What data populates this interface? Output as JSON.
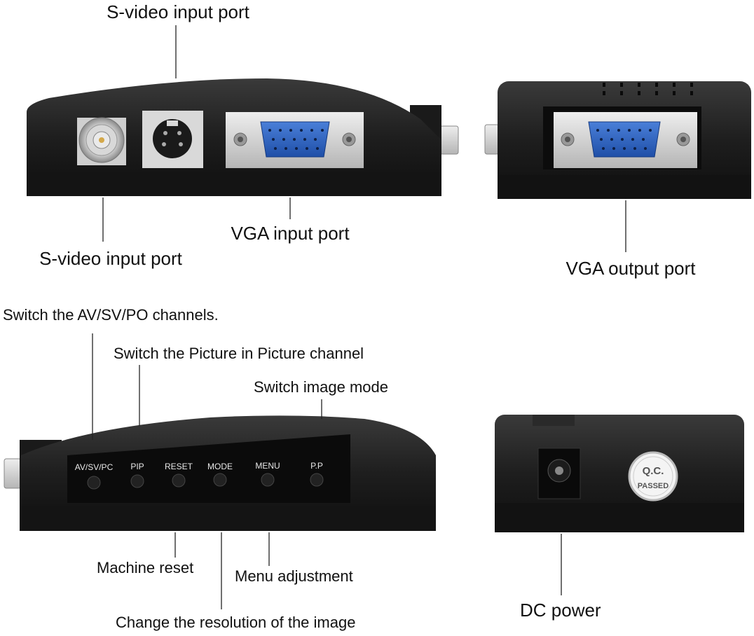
{
  "labels": {
    "top_svideo": "S-video input port",
    "left_svideo": "S-video input port",
    "vga_input": "VGA input port",
    "vga_output": "VGA output port",
    "switch_channels": "Switch the AV/SV/PO channels.",
    "switch_pip": "Switch the Picture in Picture channel",
    "switch_mode": "Switch image mode",
    "machine_reset": "Machine reset",
    "menu_adjust": "Menu adjustment",
    "change_res": "Change the resolution of the image",
    "dc_power": "DC power"
  },
  "buttons": [
    "AV/SV/PC",
    "PIP",
    "RESET",
    "MODE",
    "MENU",
    "P.P"
  ],
  "seal": {
    "line1": "Q.C.",
    "line2": "PASSED"
  }
}
